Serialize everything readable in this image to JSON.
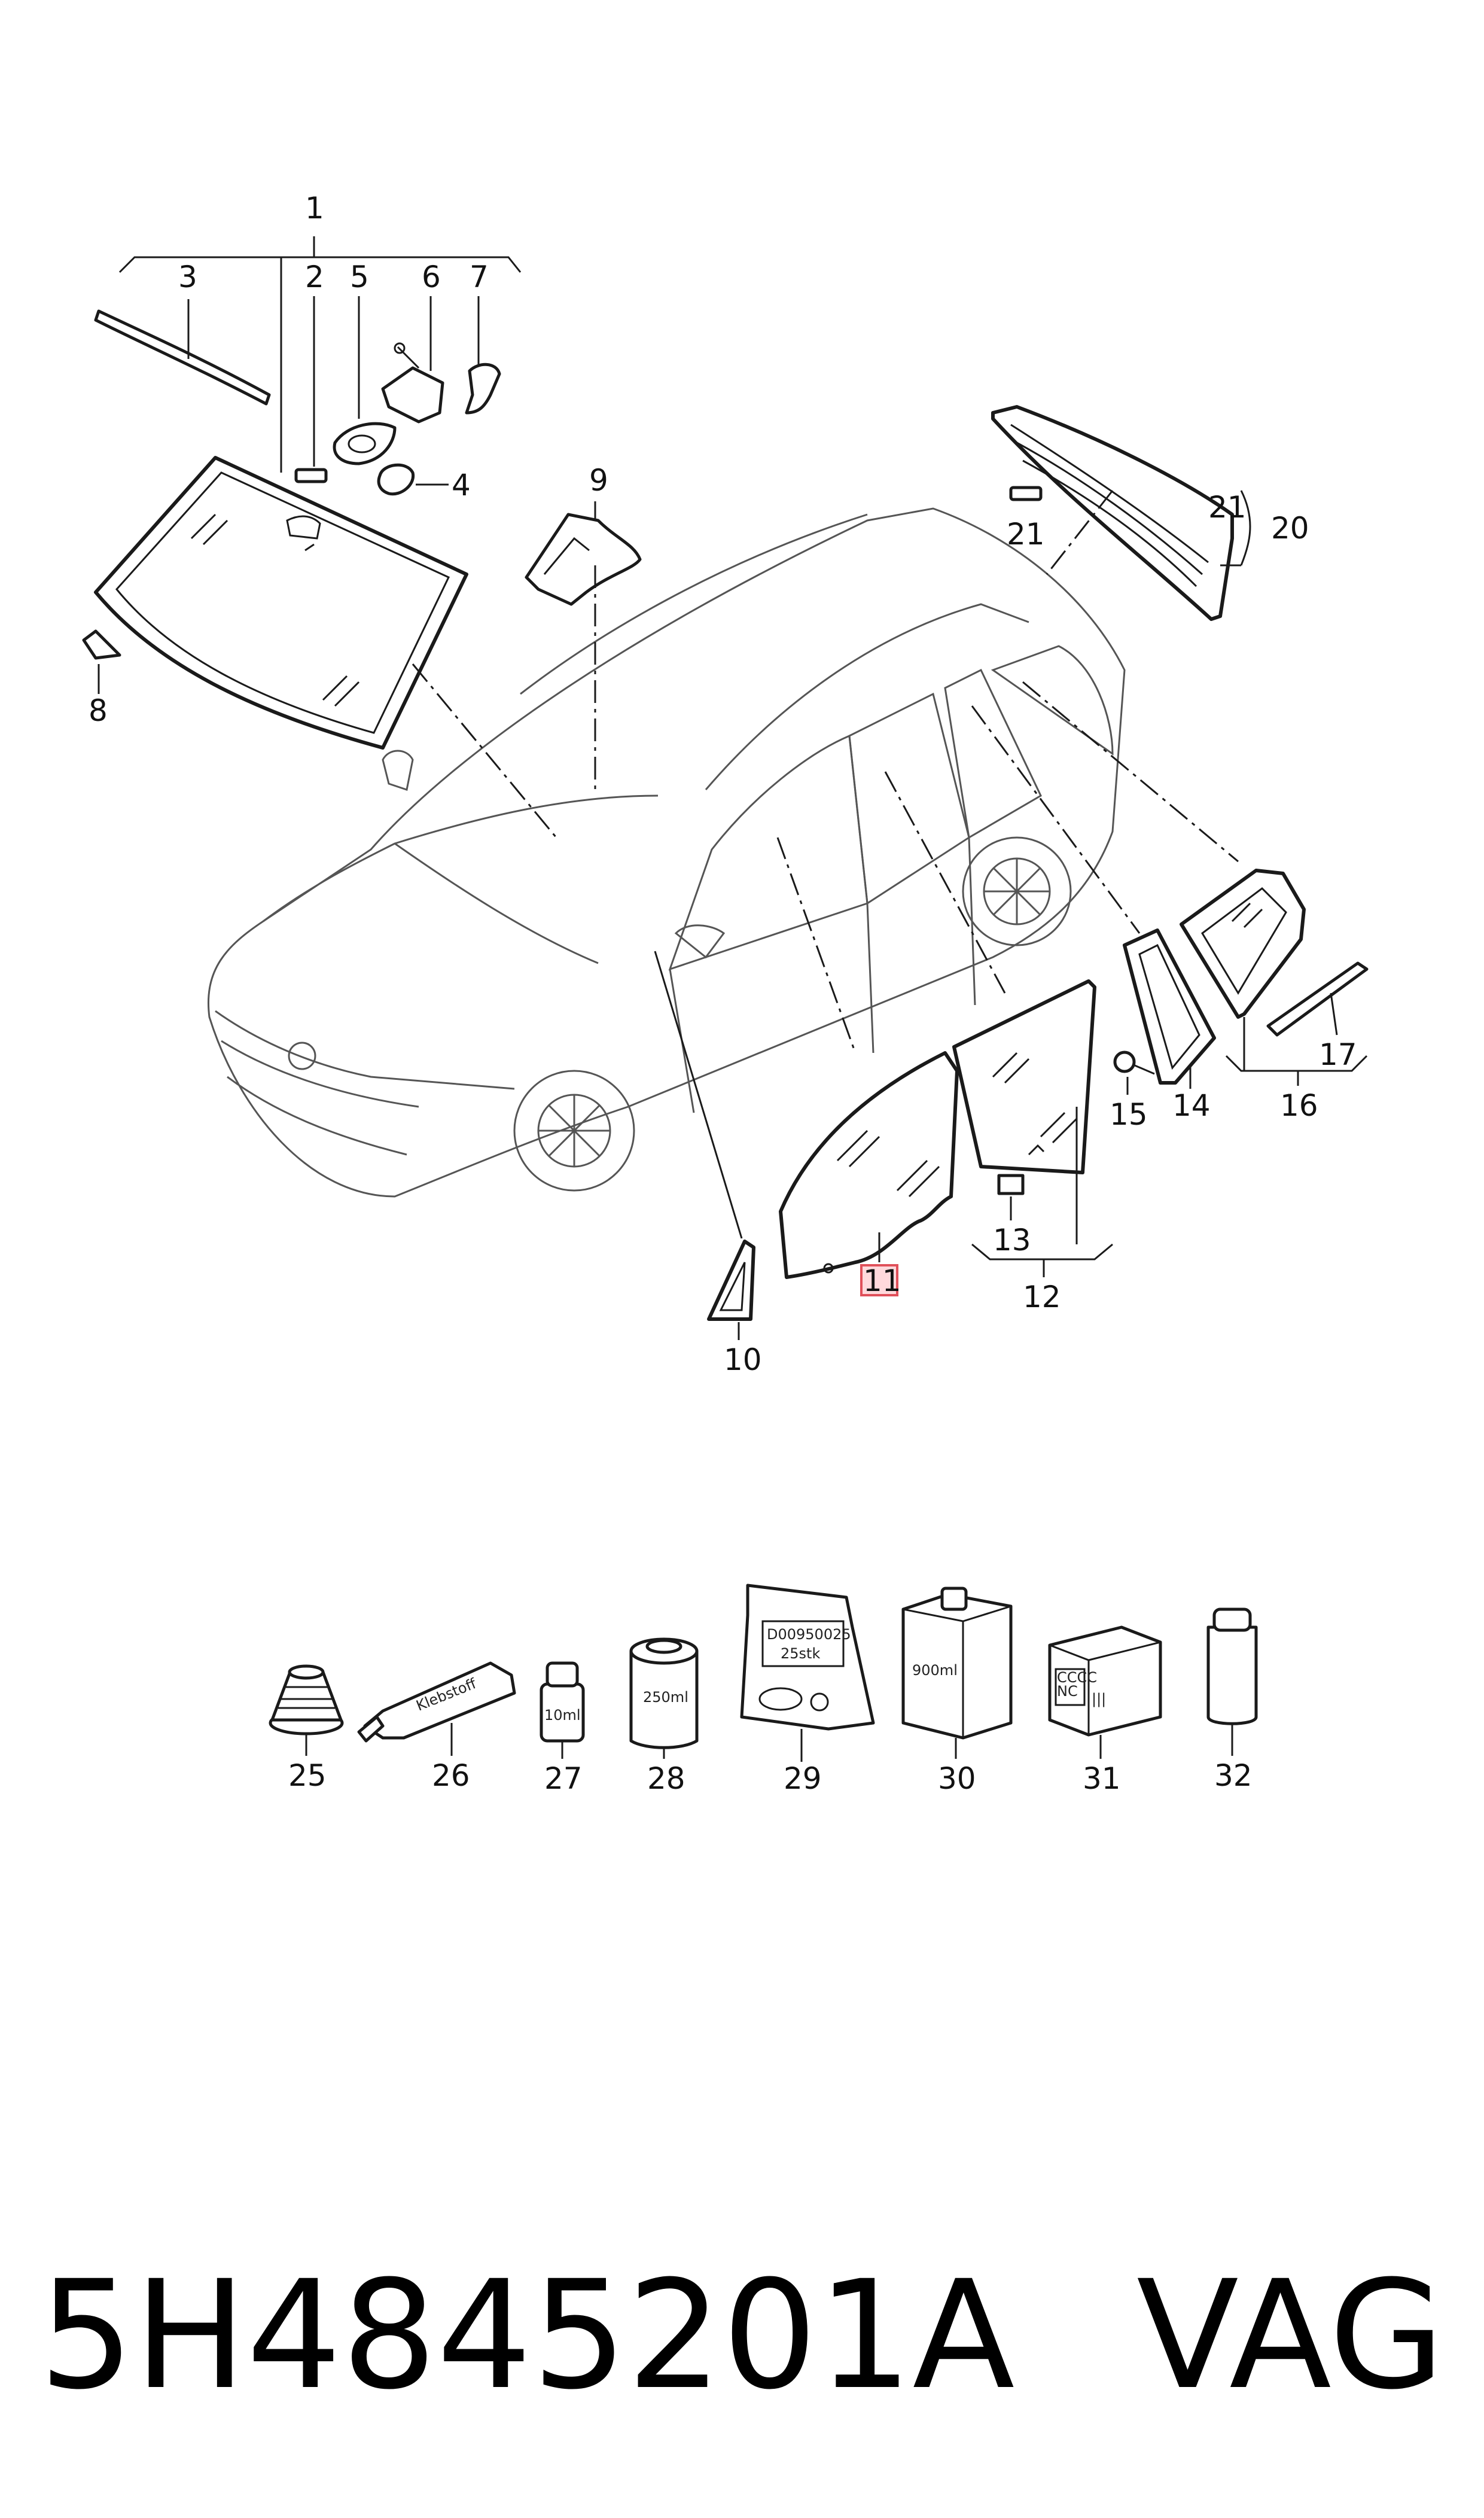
{
  "callouts": {
    "c1": "1",
    "c2": "2",
    "c3": "3",
    "c4": "4",
    "c5": "5",
    "c6": "6",
    "c7": "7",
    "c8": "8",
    "c9": "9",
    "c10": "10",
    "c11": "11",
    "c12": "12",
    "c13": "13",
    "c14": "14",
    "c15": "15",
    "c16": "16",
    "c17": "17",
    "c20": "20",
    "c21a": "21",
    "c21b": "21",
    "c25": "25",
    "c26": "26",
    "c27": "27",
    "c28": "28",
    "c29": "29",
    "c30": "30",
    "c31": "31",
    "c32": "32"
  },
  "product_labels": {
    "tube": "Klebstoff",
    "bottle_small": "10ml",
    "can": "250ml",
    "bag_line1": "D00950025",
    "bag_line2": "25stk",
    "canister": "900ml",
    "box_line1": "CCCC",
    "box_line2": "NC",
    "box_line3": "|||"
  },
  "caption": {
    "part_number": "5H4845201A",
    "brand": "VAG"
  },
  "colors": {
    "highlight_fill": "#ffd9dc",
    "highlight_stroke": "#e0505a"
  }
}
